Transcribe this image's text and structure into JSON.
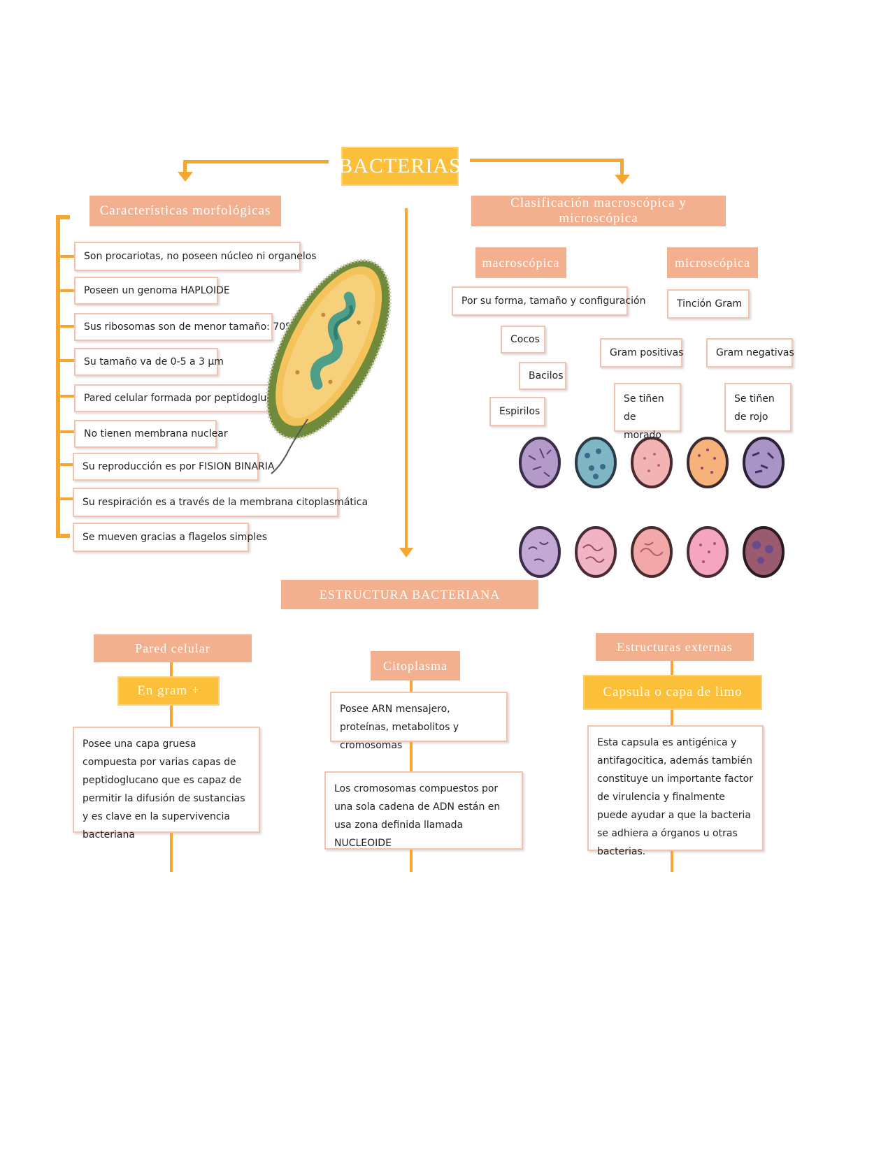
{
  "title": "BACTERIAS",
  "morfologia": {
    "header": "Características morfológicas",
    "items": [
      "Son procariotas, no poseen núcleo ni organelos",
      "Poseen un genoma HAPLOIDE",
      "Sus ribosomas son de menor tamaño: 70S",
      "Su tamaño va de 0-5 a 3 µm",
      "Pared celular formada por peptidoglucanos",
      "No tienen membrana nuclear",
      "Su reproducción es por FISION BINARIA",
      "Su respiración es a través de la membrana citoplasmática",
      "Se mueven gracias a flagelos simples"
    ]
  },
  "clasificacion": {
    "header": "Clasificación macroscópica y microscópica",
    "macro": {
      "header": "macroscópica",
      "criterio": "Por su forma, tamaño y configuración",
      "formas": [
        "Cocos",
        "Bacilos",
        "Espirilos"
      ]
    },
    "micro": {
      "header": "microscópica",
      "criterio": "Tinción Gram",
      "positivas": "Gram positivas",
      "negativas": "Gram negativas",
      "positivas_color": "Se tiñen de morado",
      "negativas_color": "Se tiñen de rojo"
    }
  },
  "estructura": {
    "header": "ESTRUCTURA BACTERIANA",
    "pared": {
      "header": "Pared celular",
      "sub": "En gram +",
      "text": "Posee una capa gruesa compuesta por varias capas de peptidoglucano que es capaz de permitir la difusión de sustancias y es clave en la supervivencia bacteriana"
    },
    "citoplasma": {
      "header": "Citoplasma",
      "text1": "Posee ARN mensajero, proteínas, metabolitos y cromosomas",
      "text2": "Los cromosomas compuestos por una sola cadena de ADN están en usa zona definida llamada NUCLEOIDE"
    },
    "externas": {
      "header": "Estructuras externas",
      "sub": "Capsula o capa de limo",
      "text": "Esta capsula es antigénica y antifagocitica, además también constituye un importante factor de virulencia y finalmente puede ayudar a que la bacteria se adhiera a órganos u otras bacterias."
    }
  },
  "colors": {
    "salmon": "#f2b08f",
    "gold": "#fbbf3a",
    "line": "#f7a731",
    "border": "#f3c3ad"
  },
  "icons": [
    "bacterium-illustration",
    "petri-dish-icon"
  ]
}
